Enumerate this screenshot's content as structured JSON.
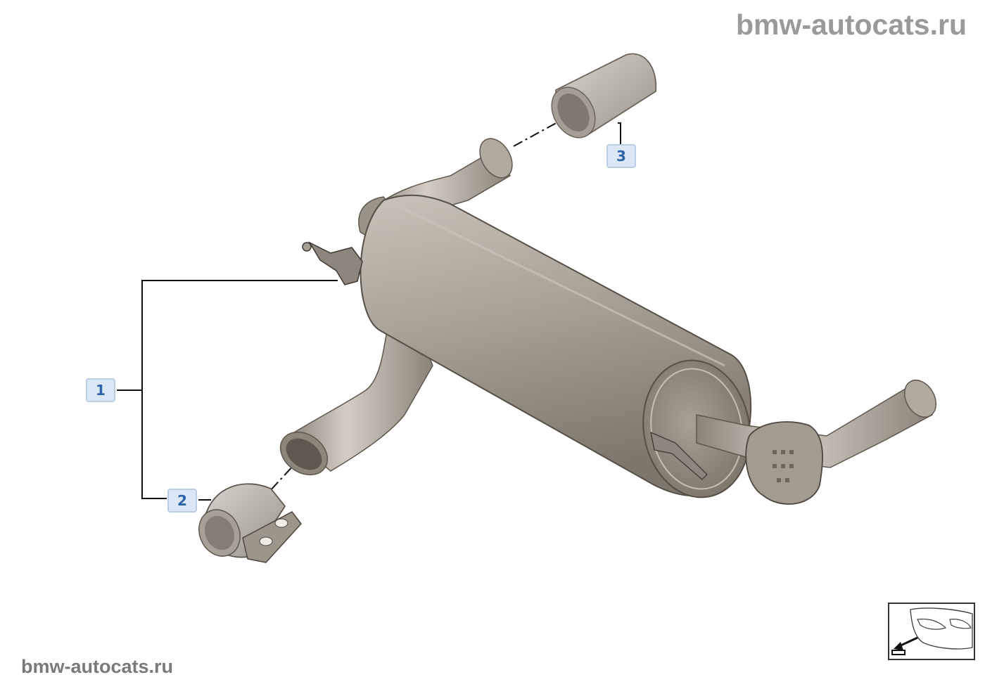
{
  "watermark": {
    "top": "bmw-autocats.ru",
    "bottom": "bmw-autocats.ru"
  },
  "callouts": [
    "1",
    "2",
    "3"
  ],
  "colors": {
    "part_fill": "#a59e93",
    "part_dark": "#6f685e",
    "part_light": "#d8d3cb",
    "callout_bg": "#dbe7f4",
    "callout_text": "#2e63a8"
  },
  "icons": {
    "orientation": "car-rear-view-arrow-icon"
  }
}
